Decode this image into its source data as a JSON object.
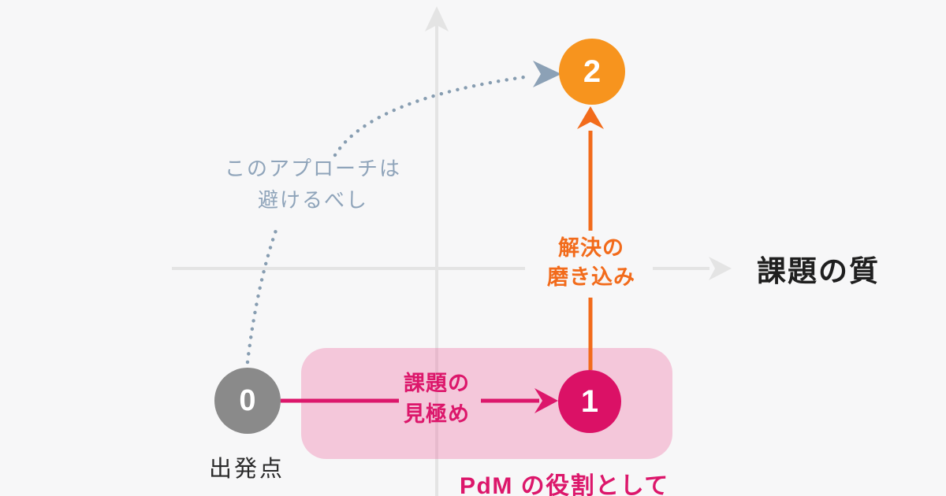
{
  "diagram": {
    "x_axis_label": "課題の質",
    "nodes": {
      "start": {
        "number": "0",
        "caption": "出発点"
      },
      "step1": {
        "number": "1"
      },
      "step2": {
        "number": "2"
      }
    },
    "labels": {
      "avoid_line1": "このアプローチは",
      "avoid_line2": "避けるべし",
      "problem_line1": "課題の",
      "problem_line2": "見極め",
      "solution_line1": "解決の",
      "solution_line2": "磨き込み",
      "pdm_role": "PdM の役割として"
    },
    "colors": {
      "background": "#F7F7F8",
      "axis_gray": "#E4E4E4",
      "gray_node": "#8A8A8A",
      "magenta": "#DC176B",
      "magenta_node": "#DB1166",
      "pink_box": "#F4C7DA",
      "orange_node": "#F7941E",
      "orange_accent": "#F26B1B",
      "blue_gray": "#8FA4BA",
      "text_dark": "#1F1F1F"
    }
  }
}
